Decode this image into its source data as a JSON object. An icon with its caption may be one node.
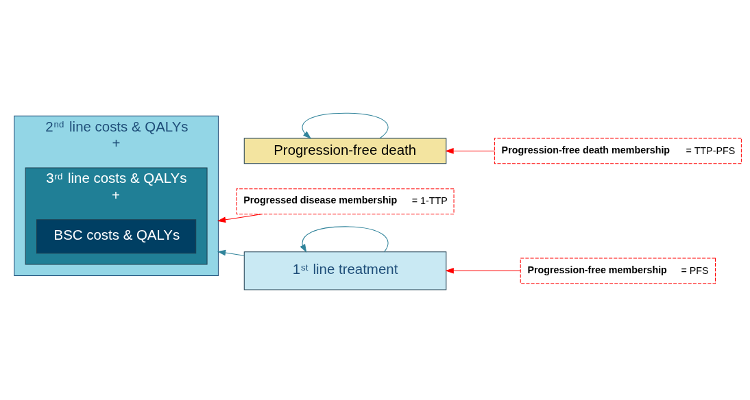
{
  "diagram": {
    "nodes": [
      {
        "text": [
          "**Progressed disease membership** = 1-TTP"
        ]
      },
      {
        "text": [
          "2$^{nd}$ line costs & QALYs",
          "+"
        ]
      },
      {
        "text": [
          "3$^{rd}$ line costs & QALYs",
          "+"
        ],
        "in": 1
      },
      {
        "text": [
          "BSC costs & QALYs"
        ],
        "in": 2
      },
      {
        "text": [
          "**Progression-free membership** = PFS"
        ]
      },
      {
        "text": [
          "1$^{st}$ line treatment"
        ]
      },
      {
        "text": [
          "Progression-free death"
        ]
      },
      {
        "text": [
          "**Progression-free death membership** = TTP-PFS"
        ]
      }
    ],
    "edges": [
      {
        "from": 0,
        "to": 1,
        "arrow": "to",
        "color": "#ff0000"
      },
      {
        "from": 5,
        "to": 1,
        "arrow": "to",
        "color": "#31849b"
      },
      {
        "from": 5,
        "to": 5,
        "arrow": "to",
        "color": "#31849b"
      },
      {
        "from": 4,
        "to": 5,
        "arrow": "to",
        "color": "#ff0000"
      },
      {
        "from": 6,
        "to": 6,
        "arrow": "to",
        "color": "#31849b"
      },
      {
        "from": 7,
        "to": 6,
        "arrow": "to",
        "color": "#ff0000"
      }
    ]
  }
}
